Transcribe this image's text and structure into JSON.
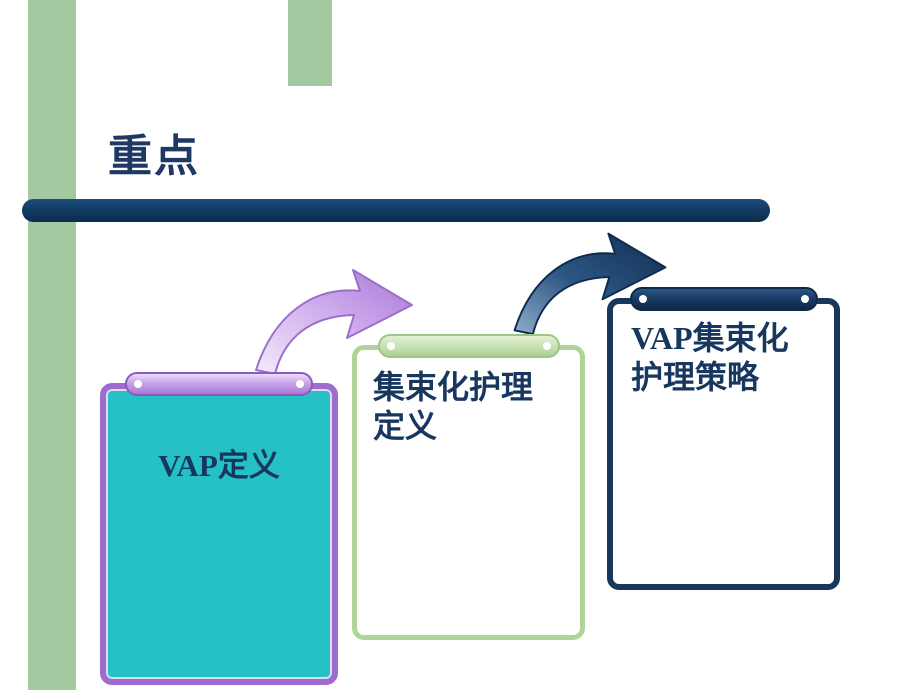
{
  "slide": {
    "title": "重点",
    "colors": {
      "background": "#FFFFFF",
      "accent_green": "#A3C9A0",
      "navy": "#17375E",
      "divider": "#123B63"
    }
  },
  "clipboards": [
    {
      "label": "VAP定义",
      "fill": "#25C1C6",
      "border": "#9E6BCF",
      "clip_color": "#C9A4EA"
    },
    {
      "label": "集束化护理\n定义",
      "fill": "#FFFFFF",
      "border": "#AED49A",
      "clip_color": "#C4E0AE"
    },
    {
      "label": "VAP集束化\n护理策略",
      "fill": "#FFFFFF",
      "border": "#17375E",
      "clip_color": "#17375E"
    }
  ],
  "arrows": [
    {
      "id": "purple-arrow",
      "color": "#B990E2"
    },
    {
      "id": "navy-arrow",
      "color": "#17375E"
    }
  ]
}
